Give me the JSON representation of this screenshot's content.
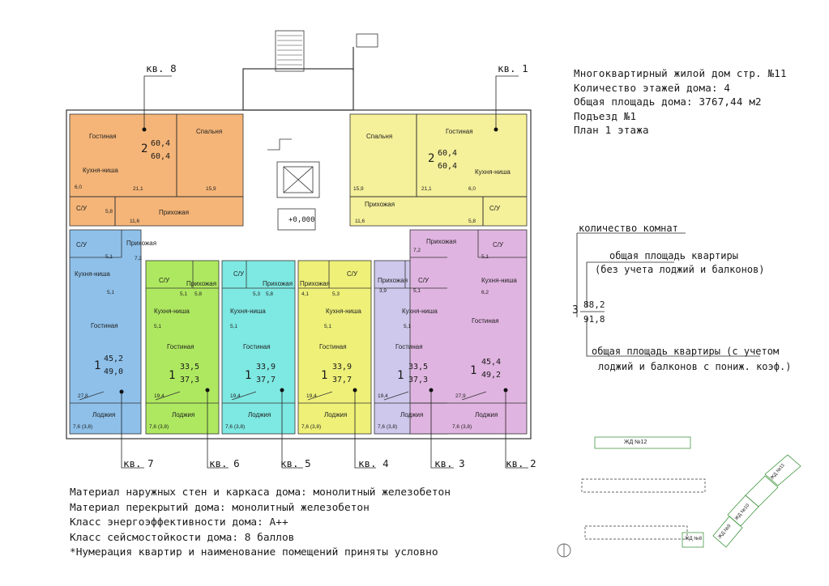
{
  "info": {
    "line1": "Многоквартирный жилой дом стр. №11",
    "line2": "Количество этажей дома: 4",
    "line3": "Общая площадь дома: 3767,44 м2",
    "line4": "Подъезд №1",
    "line5": "План 1 этажа"
  },
  "legend": {
    "rooms_caption": "количество комнат",
    "area_caption_1": "общая площадь квартиры",
    "area_caption_2": "(без учета лоджий и балконов)",
    "area_total_caption_1": "общая площадь квартиры  (с учетом",
    "area_total_caption_2": "лоджий и балконов с пониж. коэф.)",
    "rooms": "3",
    "area": "88,2",
    "area_total": "91,8"
  },
  "bottom_notes": {
    "n1": "Материал наружных стен и каркаса дома: монолитный железобетон",
    "n2": "Материал перекрытий дома: монолитный железобетон",
    "n3": "Класс энергоэффективности дома: А++",
    "n4": "Класс сейсмостойкости дома: 8 баллов",
    "n5": "*Нумерация квартир и наименование помещений приняты условно"
  },
  "apartments": {
    "a1": "кв. 1",
    "a2": "кв. 2",
    "a3": "кв. 3",
    "a4": "кв. 4",
    "a5": "кв. 5",
    "a6": "кв. 6",
    "a7": "кв. 7",
    "a8": "кв. 8"
  },
  "plan": {
    "elevation": "+0,000",
    "a8": {
      "rooms": "2",
      "area": "60,4",
      "total": "60,4"
    },
    "a1": {
      "rooms": "2",
      "area": "60,4",
      "total": "60,4"
    },
    "a7": {
      "rooms": "1",
      "area": "45,2",
      "total": "49,0"
    },
    "a6": {
      "rooms": "1",
      "area": "33,5",
      "total": "37,3"
    },
    "a5": {
      "rooms": "1",
      "area": "33,9",
      "total": "37,7"
    },
    "a4": {
      "rooms": "1",
      "area": "33,9",
      "total": "37,7"
    },
    "a3": {
      "rooms": "1",
      "area": "33,5",
      "total": "37,3"
    },
    "a2": {
      "rooms": "1",
      "area": "45,4",
      "total": "49,2"
    },
    "rooms": {
      "living": "Гостиная",
      "bedroom": "Спальня",
      "kitchen": "Кухня-ниша",
      "hall": "Прихожая",
      "wc": "С/У",
      "loggia": "Лоджия"
    },
    "dims": {
      "d60": "6,0",
      "d211": "21,1",
      "d159": "15,9",
      "d58": "5,8",
      "d116": "11,6",
      "d51": "5,1",
      "d72": "7,2",
      "d53": "5,3",
      "d41": "4,1",
      "d39": "3,9",
      "d62": "6,2",
      "d278": "27,8",
      "d279": "27,9",
      "d194": "19,4",
      "d76": "7,6 (3,8)"
    }
  },
  "site_plan": {
    "zd12": "ЖД №12",
    "zd11": "ЖД №11",
    "zd10": "ЖД №10",
    "zd9": "ЖД №9",
    "zd8": "ЖД №8"
  }
}
